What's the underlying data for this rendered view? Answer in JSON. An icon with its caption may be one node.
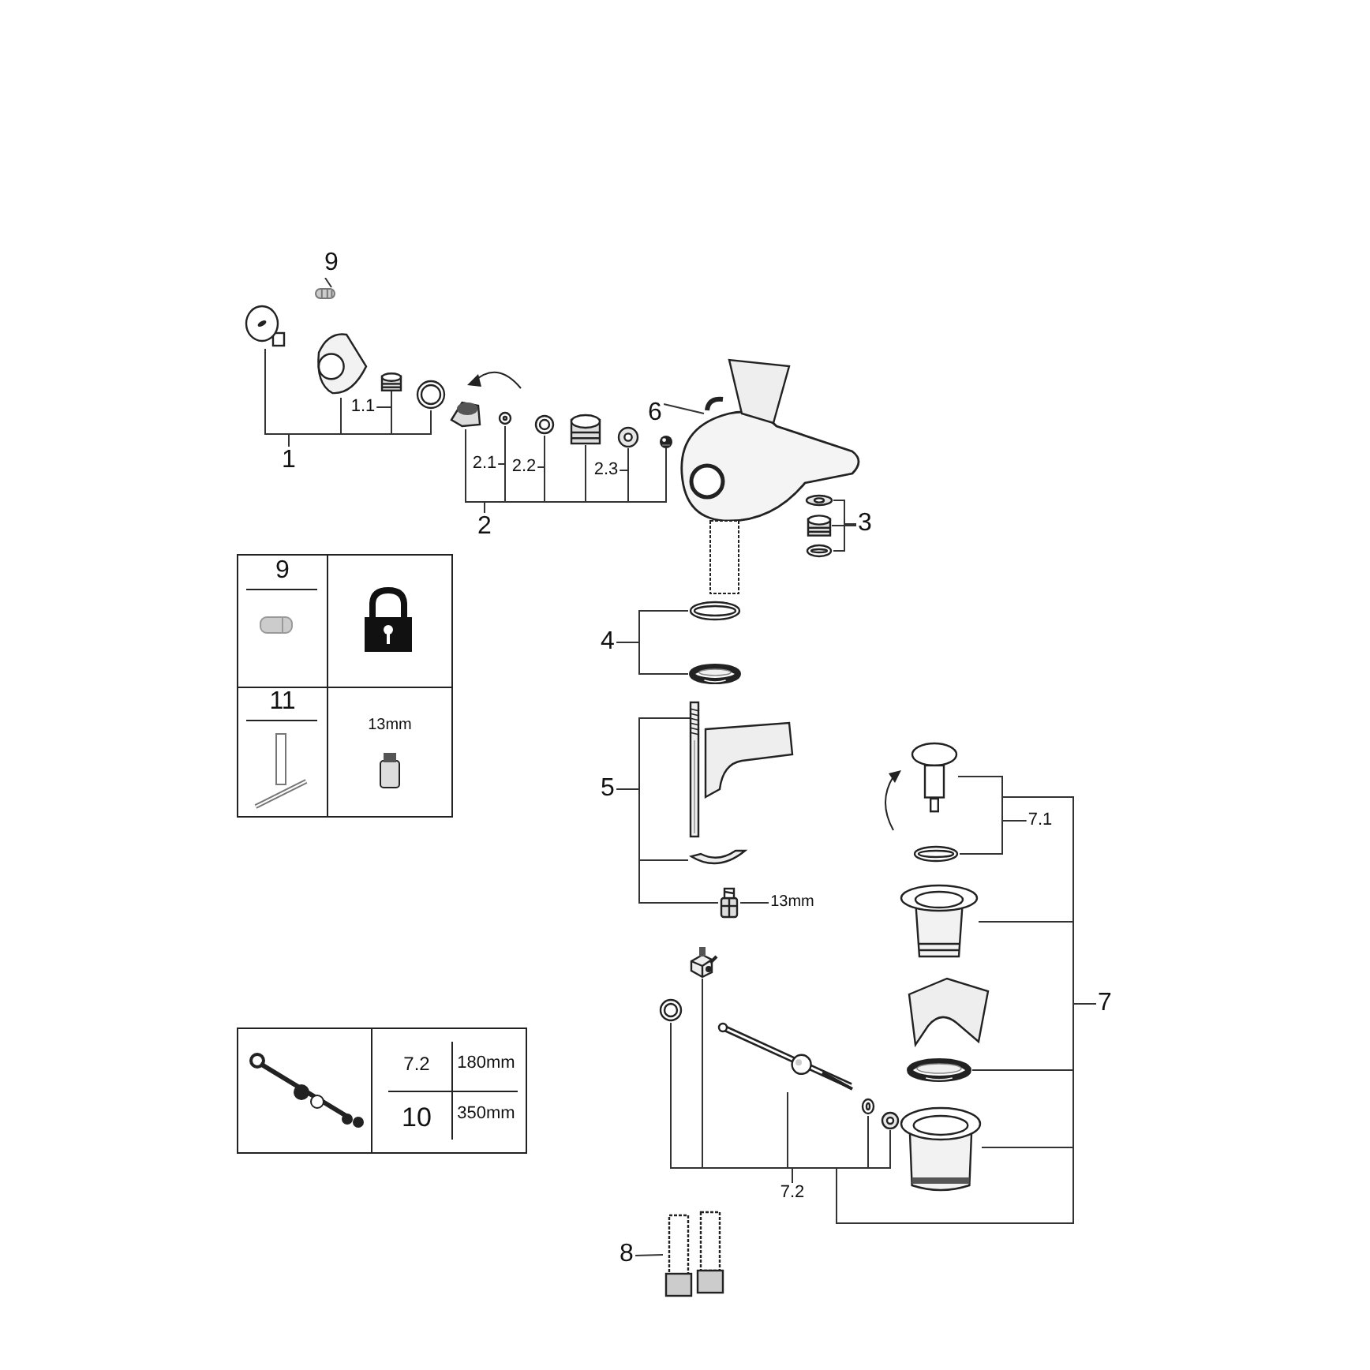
{
  "diagram": {
    "nodes": [
      {
        "text": [
          "9"
        ]
      },
      {
        "text": [],
        "shape": "picture"
      },
      {
        "text": [],
        "shape": "picture"
      },
      {
        "text": [],
        "shape": "picture"
      },
      {
        "text": [],
        "shape": "picture"
      },
      {
        "text": [],
        "shape": "picture"
      },
      {
        "text": [
          "1"
        ]
      },
      {
        "text": [
          "1.1"
        ]
      },
      {
        "text": [],
        "shape": "picture"
      },
      {
        "text": [],
        "shape": "picture"
      },
      {
        "text": [],
        "shape": "picture"
      },
      {
        "text": [],
        "shape": "picture"
      },
      {
        "text": [],
        "shape": "picture"
      },
      {
        "text": [],
        "shape": "picture"
      },
      {
        "text": [
          "2"
        ]
      },
      {
        "text": [
          "2.1"
        ]
      },
      {
        "text": [
          "2.2"
        ]
      },
      {
        "text": [
          "2.3"
        ]
      },
      {
        "text": [
          "6"
        ]
      },
      {
        "text": [],
        "shape": "picture"
      },
      {
        "text": [
          "3"
        ]
      },
      {
        "text": [],
        "shape": "picture"
      },
      {
        "text": [],
        "shape": "picture"
      },
      {
        "text": [],
        "shape": "picture"
      },
      {
        "text": [
          "4"
        ]
      },
      {
        "text": [],
        "shape": "picture"
      },
      {
        "text": [],
        "shape": "picture"
      },
      {
        "text": [
          "5"
        ]
      },
      {
        "text": [],
        "shape": "picture"
      },
      {
        "text": [],
        "shape": "picture"
      },
      {
        "text": [],
        "shape": "picture"
      },
      {
        "text": [
          "13mm"
        ]
      },
      {
        "text": [],
        "shape": "picture"
      },
      {
        "text": [],
        "shape": "picture"
      },
      {
        "text": [
          "7.1"
        ]
      },
      {
        "text": [],
        "shape": "picture"
      },
      {
        "text": [],
        "shape": "picture"
      },
      {
        "text": [],
        "shape": "picture"
      },
      {
        "text": [
          "7"
        ]
      },
      {
        "text": [],
        "shape": "picture"
      },
      {
        "text": [],
        "shape": "picture"
      },
      {
        "text": [],
        "shape": "picture"
      },
      {
        "text": [],
        "shape": "picture"
      },
      {
        "text": [],
        "shape": "picture"
      },
      {
        "text": [
          "7.2"
        ]
      },
      {
        "text": [],
        "shape": "picture"
      },
      {
        "text": [
          "8"
        ]
      }
    ],
    "edges": [
      {
        "from": 0,
        "to": 1,
        "arrow": "none"
      },
      {
        "from": 6,
        "to": 2,
        "arrow": "none"
      },
      {
        "from": 6,
        "to": 3,
        "arrow": "none"
      },
      {
        "from": 6,
        "to": 4,
        "arrow": "none"
      },
      {
        "from": 6,
        "to": 5,
        "arrow": "none"
      },
      {
        "from": 7,
        "to": 4,
        "arrow": "none"
      },
      {
        "from": 14,
        "to": 8,
        "arrow": "none"
      },
      {
        "from": 14,
        "to": 9,
        "arrow": "none"
      },
      {
        "from": 14,
        "to": 10,
        "arrow": "none"
      },
      {
        "from": 14,
        "to": 11,
        "arrow": "none"
      },
      {
        "from": 14,
        "to": 12,
        "arrow": "none"
      },
      {
        "from": 14,
        "to": 13,
        "arrow": "none"
      },
      {
        "from": 15,
        "to": 9,
        "arrow": "none"
      },
      {
        "from": 16,
        "to": 10,
        "arrow": "none"
      },
      {
        "from": 17,
        "to": 12,
        "arrow": "none"
      },
      {
        "from": 18,
        "to": 19,
        "arrow": "none"
      },
      {
        "from": 20,
        "to": 21,
        "arrow": "none"
      },
      {
        "from": 20,
        "to": 22,
        "arrow": "none"
      },
      {
        "from": 20,
        "to": 23,
        "arrow": "none"
      },
      {
        "from": 24,
        "to": 25,
        "arrow": "none"
      },
      {
        "from": 24,
        "to": 26,
        "arrow": "none"
      },
      {
        "from": 27,
        "to": 28,
        "arrow": "none"
      },
      {
        "from": 27,
        "to": 29,
        "arrow": "none"
      },
      {
        "from": 27,
        "to": 30,
        "arrow": "none"
      },
      {
        "from": 31,
        "to": 30,
        "arrow": "none"
      },
      {
        "from": 34,
        "to": 32,
        "arrow": "none"
      },
      {
        "from": 34,
        "to": 33,
        "arrow": "none"
      },
      {
        "from": 38,
        "to": 32,
        "arrow": "none"
      },
      {
        "from": 38,
        "to": 33,
        "arrow": "none"
      },
      {
        "from": 38,
        "to": 35,
        "arrow": "none"
      },
      {
        "from": 38,
        "to": 36,
        "arrow": "none"
      },
      {
        "from": 38,
        "to": 37,
        "arrow": "none"
      },
      {
        "from": 38,
        "to": 39,
        "arrow": "none"
      },
      {
        "from": 38,
        "to": 40,
        "arrow": "none"
      },
      {
        "from": 38,
        "to": 41,
        "arrow": "none"
      },
      {
        "from": 38,
        "to": 42,
        "arrow": "none"
      },
      {
        "from": 38,
        "to": 43,
        "arrow": "none"
      },
      {
        "from": 44,
        "to": 39,
        "arrow": "none"
      },
      {
        "from": 44,
        "to": 40,
        "arrow": "none"
      },
      {
        "from": 44,
        "to": 41,
        "arrow": "none"
      },
      {
        "from": 44,
        "to": 42,
        "arrow": "none"
      },
      {
        "from": 44,
        "to": 43,
        "arrow": "none"
      },
      {
        "from": 46,
        "to": 45,
        "arrow": "none"
      }
    ],
    "labels": [
      "9",
      "11",
      "13mm",
      "7.2",
      "180mm",
      "10",
      "350mm"
    ]
  }
}
